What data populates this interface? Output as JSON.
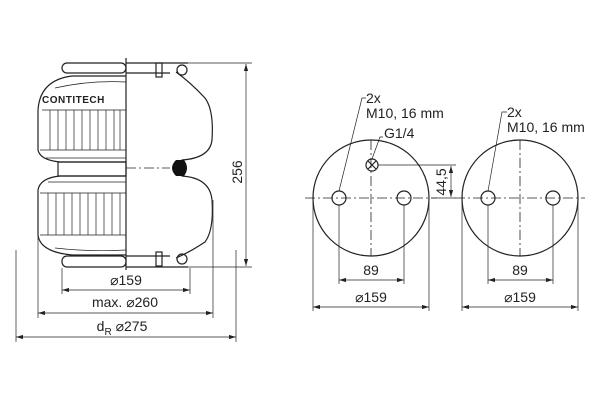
{
  "side_view": {
    "brand_logo": "CONTITECH",
    "height_dim": "256",
    "dia_plate": "⌀159",
    "dia_max_prefix": "max.",
    "dia_max": "⌀260",
    "dr_label": "d",
    "dr_sub": "R",
    "dia_dr": "⌀275"
  },
  "top_view_1": {
    "holes_count": "2x",
    "holes_spec": "M10, 16 mm",
    "port": "G1/4",
    "port_offset": "44,5",
    "hole_spacing": "89",
    "dia": "⌀159"
  },
  "top_view_2": {
    "holes_count": "2x",
    "holes_spec": "M10, 16 mm",
    "hole_spacing": "89",
    "dia": "⌀159"
  }
}
